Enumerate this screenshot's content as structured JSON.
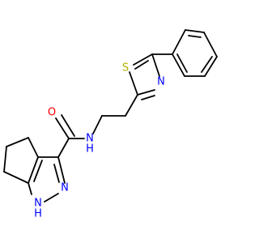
{
  "molecule": {
    "colors": {
      "bond": "#000000",
      "oxygen": "#ff0000",
      "nitrogen": "#0000ff",
      "sulfur": "#b2b200",
      "carbon_hydrogen": "#000000"
    },
    "labels": {
      "oxygen": "O",
      "amide_nitrogen": "N",
      "amide_hydrogen": "H",
      "thiazole_sulfur": "S",
      "thiazole_nitrogen": "N",
      "pyrazole_nitrogen": "N",
      "pyrazole_nh": "N",
      "pyrazole_h": "H"
    }
  }
}
